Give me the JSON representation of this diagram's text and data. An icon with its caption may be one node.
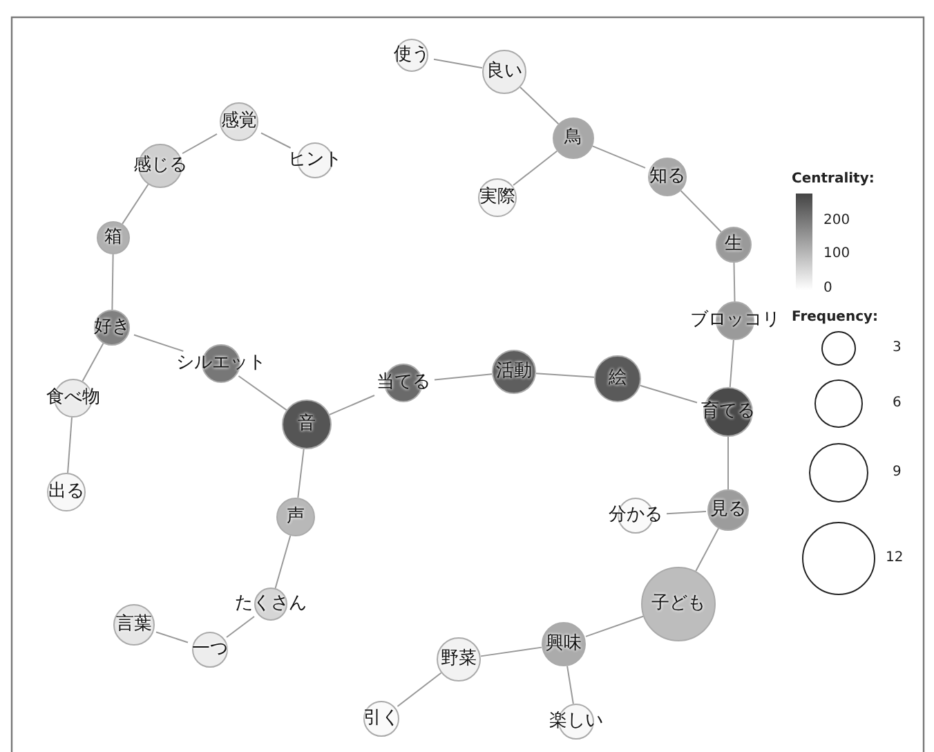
{
  "diagram": {
    "nodes": [
      {
        "text": [
          "使う"
        ]
      },
      {
        "text": [
          "良い"
        ]
      },
      {
        "text": [
          "鳥"
        ]
      },
      {
        "text": [
          "実際"
        ]
      },
      {
        "text": [
          "知る"
        ]
      },
      {
        "text": [
          "生"
        ]
      },
      {
        "text": [
          "ブロッコリ"
        ]
      },
      {
        "text": [
          "育てる"
        ]
      },
      {
        "text": [
          "絵"
        ]
      },
      {
        "text": [
          "活動"
        ]
      },
      {
        "text": [
          "当てる"
        ]
      },
      {
        "text": [
          "音"
        ]
      },
      {
        "text": [
          "シルエット"
        ]
      },
      {
        "text": [
          "好き"
        ]
      },
      {
        "text": [
          "箱"
        ]
      },
      {
        "text": [
          "感じる"
        ]
      },
      {
        "text": [
          "感覚"
        ]
      },
      {
        "text": [
          "ヒント"
        ]
      },
      {
        "text": [
          "食べ物"
        ]
      },
      {
        "text": [
          "出る"
        ]
      },
      {
        "text": [
          "声"
        ]
      },
      {
        "text": [
          "たくさん"
        ]
      },
      {
        "text": [
          "一つ"
        ]
      },
      {
        "text": [
          "言葉"
        ]
      },
      {
        "text": [
          "見る"
        ]
      },
      {
        "text": [
          "分かる"
        ]
      },
      {
        "text": [
          "子ども"
        ]
      },
      {
        "text": [
          "興味"
        ]
      },
      {
        "text": [
          "野菜"
        ]
      },
      {
        "text": [
          "引く"
        ]
      },
      {
        "text": [
          "楽しい"
        ]
      }
    ],
    "edges": [
      {
        "from": 0,
        "to": 1,
        "arrow": "none"
      },
      {
        "from": 1,
        "to": 2,
        "arrow": "none"
      },
      {
        "from": 2,
        "to": 3,
        "arrow": "none"
      },
      {
        "from": 2,
        "to": 4,
        "arrow": "none"
      },
      {
        "from": 4,
        "to": 5,
        "arrow": "none"
      },
      {
        "from": 5,
        "to": 6,
        "arrow": "none"
      },
      {
        "from": 6,
        "to": 7,
        "arrow": "none"
      },
      {
        "from": 8,
        "to": 7,
        "arrow": "none"
      },
      {
        "from": 9,
        "to": 8,
        "arrow": "none"
      },
      {
        "from": 10,
        "to": 9,
        "arrow": "none"
      },
      {
        "from": 11,
        "to": 10,
        "arrow": "none"
      },
      {
        "from": 12,
        "to": 11,
        "arrow": "none"
      },
      {
        "from": 13,
        "to": 12,
        "arrow": "none"
      },
      {
        "from": 14,
        "to": 13,
        "arrow": "none"
      },
      {
        "from": 15,
        "to": 14,
        "arrow": "none"
      },
      {
        "from": 16,
        "to": 15,
        "arrow": "none"
      },
      {
        "from": 16,
        "to": 17,
        "arrow": "none"
      },
      {
        "from": 13,
        "to": 18,
        "arrow": "none"
      },
      {
        "from": 18,
        "to": 19,
        "arrow": "none"
      },
      {
        "from": 11,
        "to": 20,
        "arrow": "none"
      },
      {
        "from": 20,
        "to": 21,
        "arrow": "none"
      },
      {
        "from": 21,
        "to": 22,
        "arrow": "none"
      },
      {
        "from": 22,
        "to": 23,
        "arrow": "none"
      },
      {
        "from": 7,
        "to": 24,
        "arrow": "none"
      },
      {
        "from": 25,
        "to": 24,
        "arrow": "none"
      },
      {
        "from": 24,
        "to": 26,
        "arrow": "none"
      },
      {
        "from": 26,
        "to": 27,
        "arrow": "none"
      },
      {
        "from": 27,
        "to": 28,
        "arrow": "none"
      },
      {
        "from": 28,
        "to": 29,
        "arrow": "none"
      },
      {
        "from": 27,
        "to": 30,
        "arrow": "none"
      }
    ],
    "labels": [
      "Centrality:",
      "200",
      "100",
      "0",
      "Frequency:",
      "3",
      "6",
      "9",
      "12"
    ]
  }
}
